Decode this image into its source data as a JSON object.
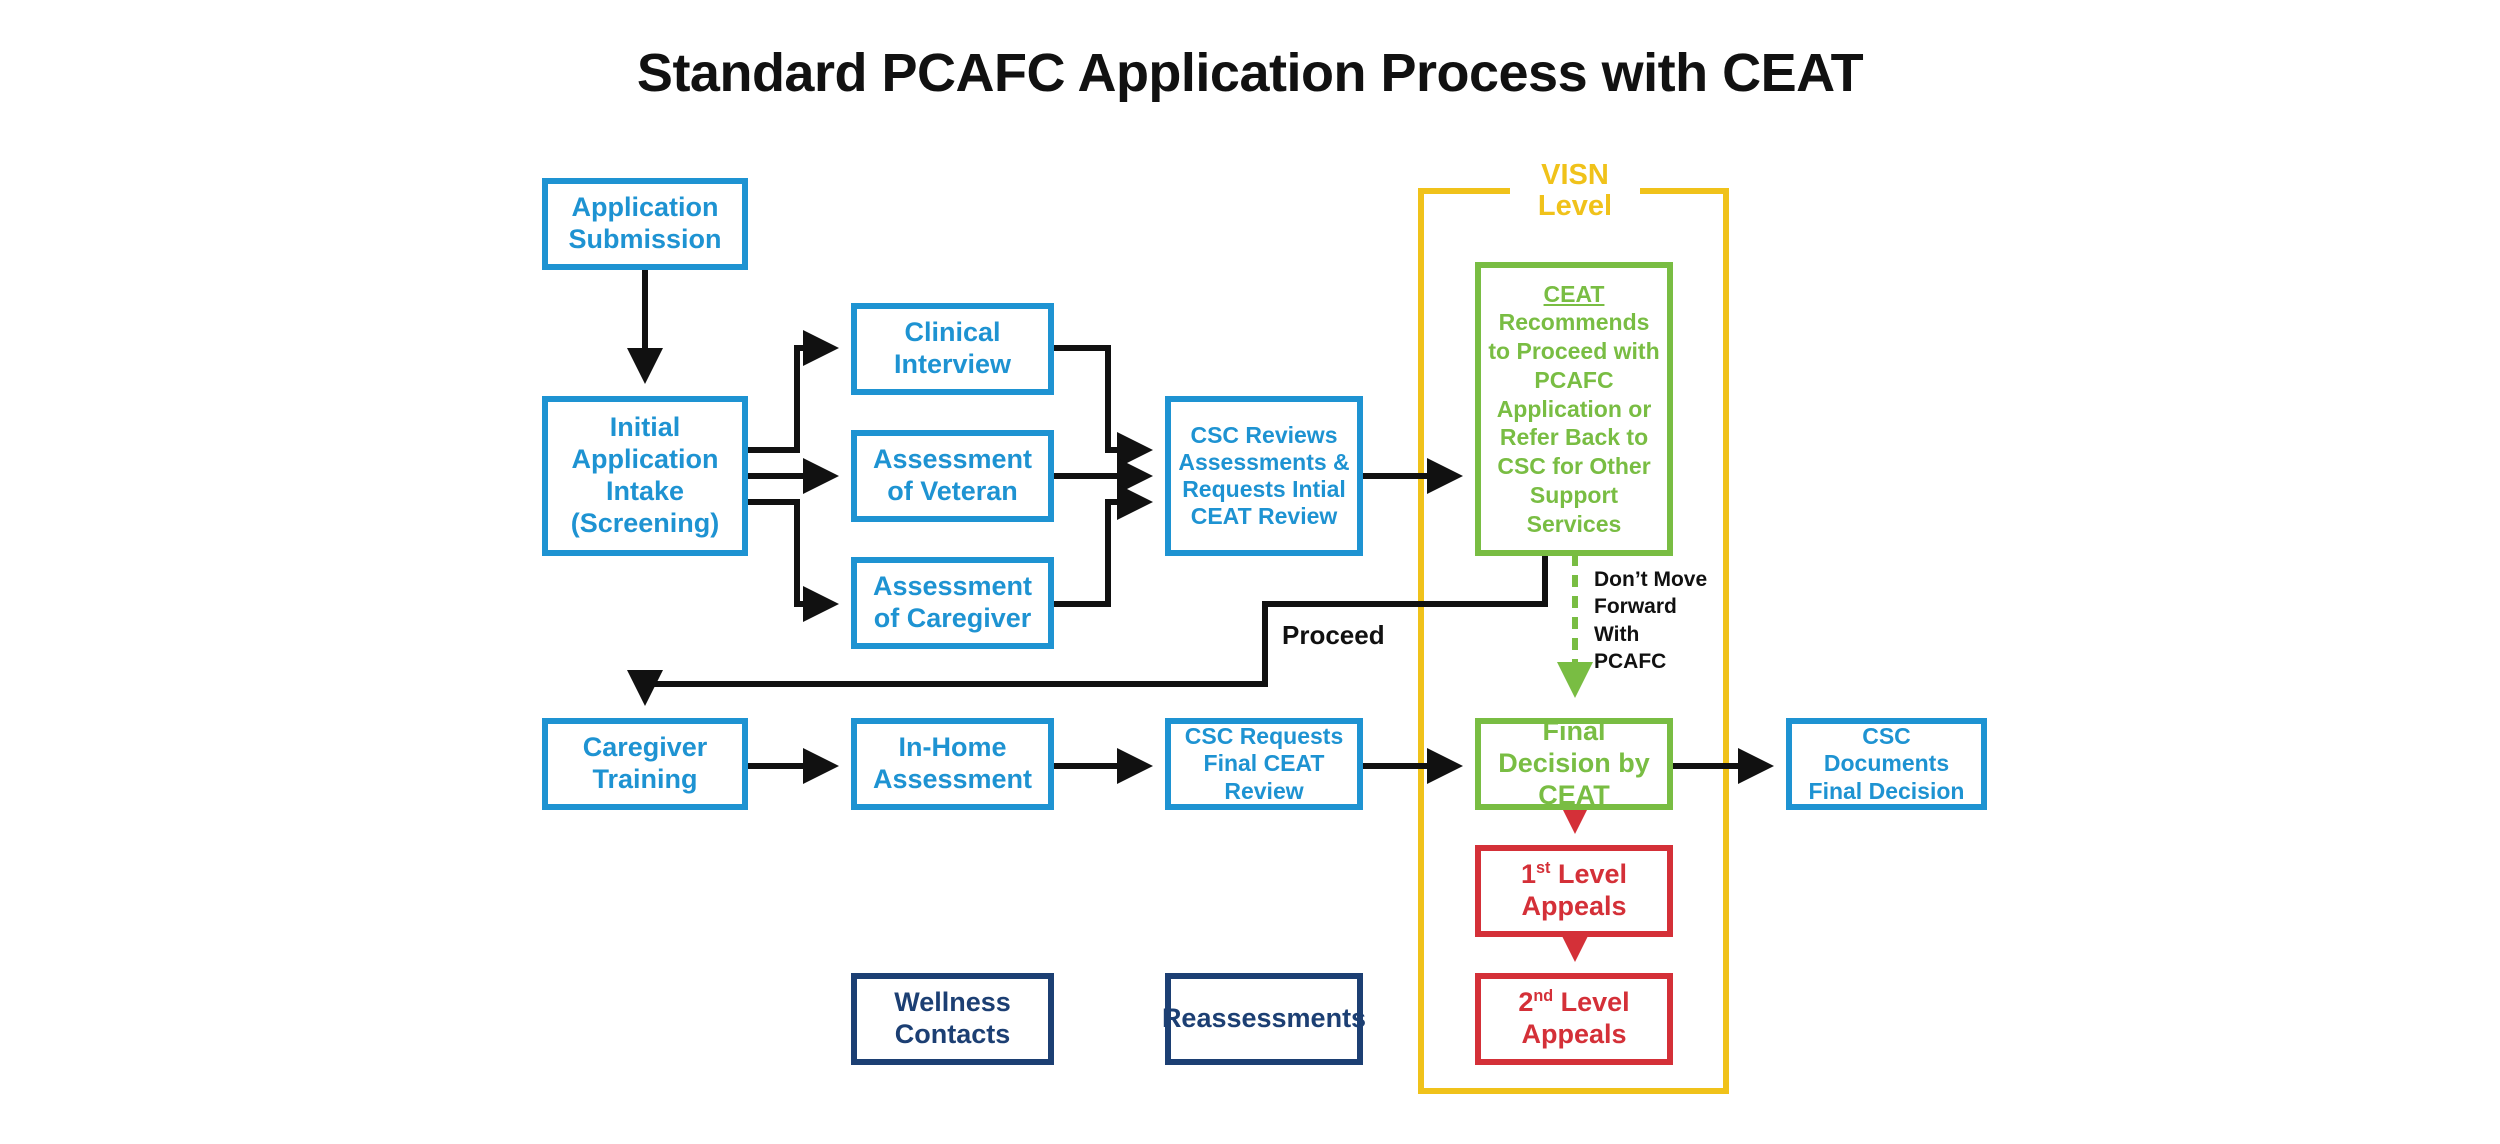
{
  "title": "Standard PCAFC Application Process with CEAT",
  "visn_label": "VISN Level",
  "colors": {
    "process_blue": "#1e93d2",
    "ceat_green": "#79bd43",
    "appeal_red": "#d43038",
    "ongoing_navy": "#1c3f73",
    "visn_yellow": "#f0c21a",
    "arrow_black": "#111111"
  },
  "nodes": {
    "application_submission": "Application Submission",
    "initial_intake": "Initial Application Intake (Screening)",
    "clinical_interview": "Clinical Interview",
    "assessment_veteran": "Assessment of Veteran",
    "assessment_caregiver": "Assessment of Caregiver",
    "csc_reviews": "CSC Reviews Assessments & Requests Intial CEAT Review",
    "ceat_recommends_ceat": "CEAT",
    "ceat_recommends_rest": "Recommends to Proceed with PCAFC Application or Refer Back to CSC for Other Support Services",
    "caregiver_training": "Caregiver Training",
    "in_home_assessment": "In-Home Assessment",
    "csc_requests_final": "CSC Requests Final CEAT Review",
    "final_decision_prefix": "Final Decision by",
    "final_decision_ceat": "CEAT",
    "csc_documents": "CSC Documents Final Decision",
    "first_appeal_ord": "1",
    "first_appeal_sup": "st",
    "first_appeal_text": "Level Appeals",
    "second_appeal_ord": "2",
    "second_appeal_sup": "nd",
    "second_appeal_text": "Level Appeals",
    "wellness_contacts": "Wellness Contacts",
    "reassessments": "Reassessments"
  },
  "edge_labels": {
    "proceed": "Proceed",
    "dont_move_forward": "Don’t Move Forward With PCAFC"
  }
}
